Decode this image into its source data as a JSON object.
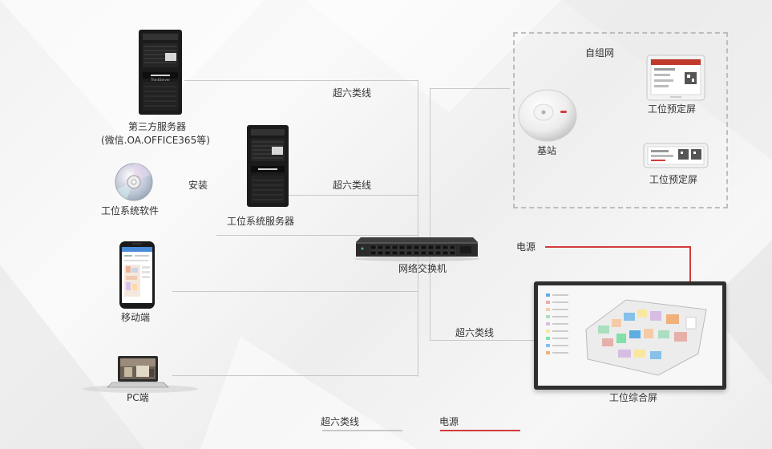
{
  "labels": {
    "third_party_server": "第三方服务器",
    "third_party_server_sub": "(微信.OA.OFFICE365等)",
    "software": "工位系统软件",
    "install": "安装",
    "system_server": "工位系统服务器",
    "mobile": "移动端",
    "pc": "PC端",
    "switch": "网络交换机",
    "cable_top": "超六类线",
    "cable_mid": "超六类线",
    "cable_bottom": "超六类线",
    "power": "电源",
    "self_network": "自组网",
    "base_station": "基站",
    "reserve_screen_1": "工位预定屏",
    "reserve_screen_2": "工位预定屏",
    "overview_screen": "工位综合屏",
    "server_brand": "ThinkServer"
  },
  "legend": {
    "cable_label": "超六类线",
    "power_label": "电源"
  },
  "colors": {
    "cable": "#c8c8c8",
    "power": "#d43b3b",
    "dashed_border": "#bdbdbd"
  }
}
